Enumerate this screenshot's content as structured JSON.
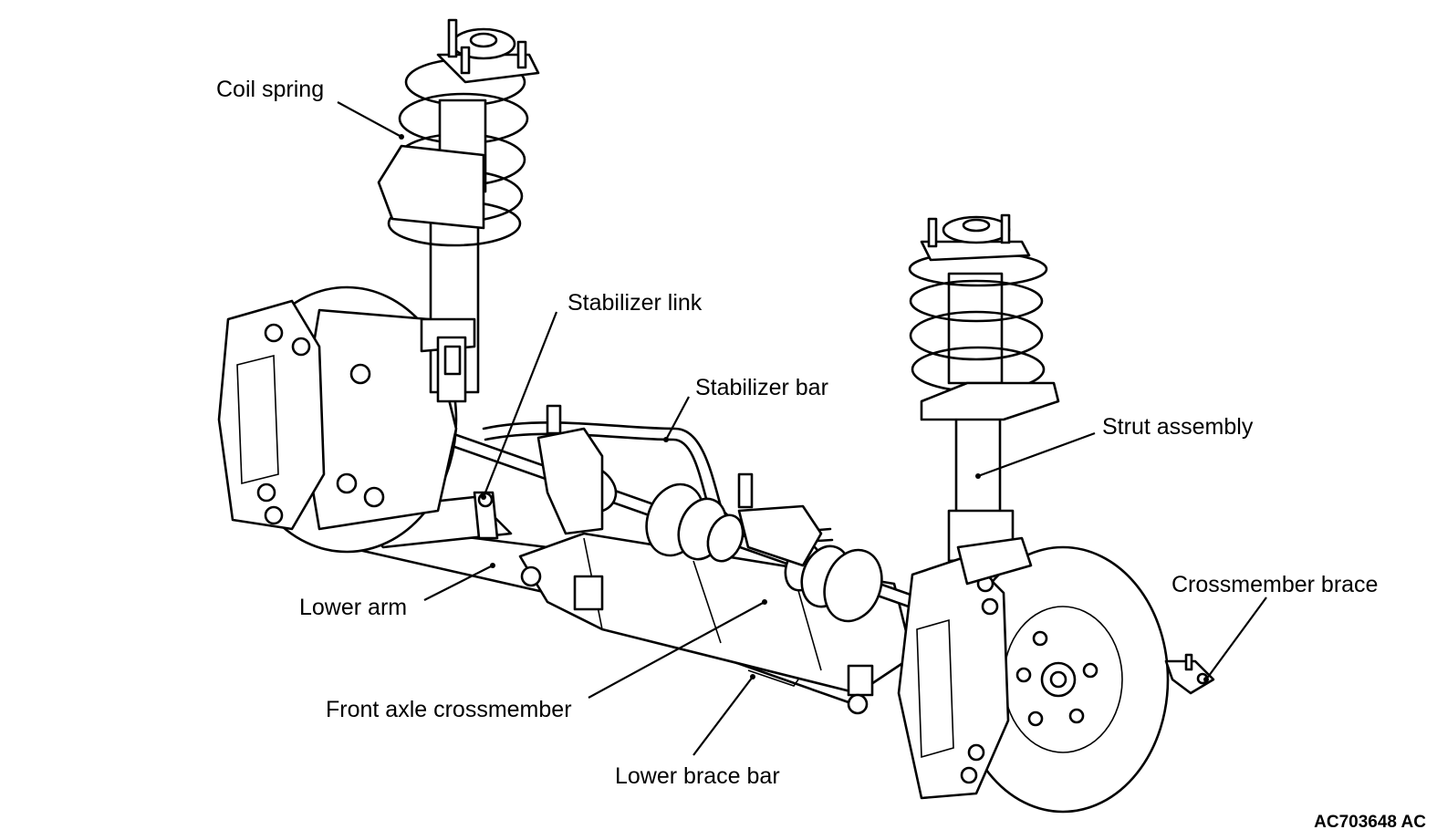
{
  "labels": {
    "coil_spring": "Coil spring",
    "stabilizer_link": "Stabilizer link",
    "stabilizer_bar": "Stabilizer bar",
    "strut_assembly": "Strut assembly",
    "crossmember_brace": "Crossmember brace",
    "lower_arm": "Lower arm",
    "front_axle_crossmember": "Front axle crossmember",
    "lower_brace_bar": "Lower brace bar"
  },
  "figure_id": "AC703648 AC",
  "colors": {
    "line": "#000000",
    "background": "#ffffff"
  }
}
